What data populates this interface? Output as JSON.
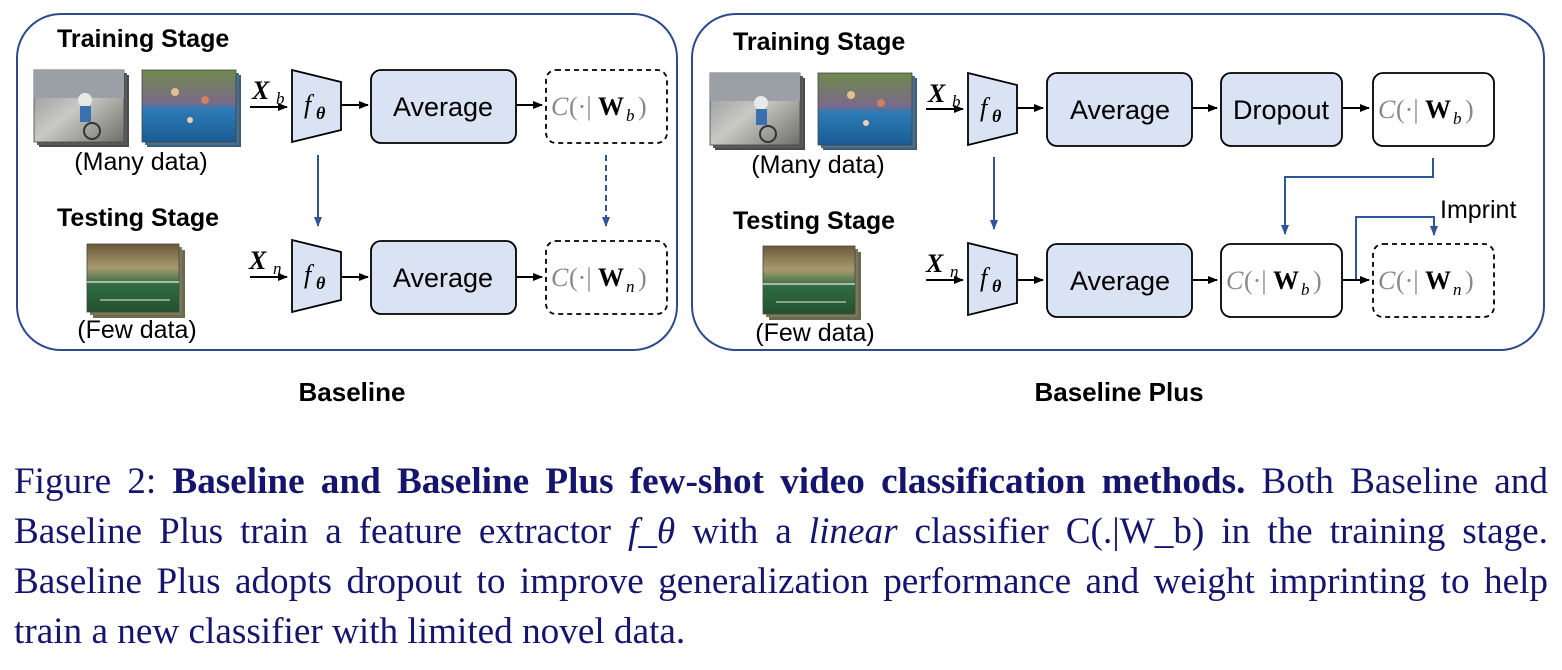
{
  "left_panel": {
    "training_title": "Training Stage",
    "testing_title": "Testing Stage",
    "many_data_label": "(Many data)",
    "few_data_label": "(Few data)",
    "input_train": "X_b",
    "input_test": "X_n",
    "extractor": "f_θ",
    "average_label": "Average",
    "classifier_train": "C(·|W_b)",
    "classifier_test": "C(·|W_n)",
    "panel_label": "Baseline"
  },
  "right_panel": {
    "training_title": "Training Stage",
    "testing_title": "Testing Stage",
    "many_data_label": "(Many data)",
    "few_data_label": "(Few data)",
    "input_train": "X_b",
    "input_test": "X_n",
    "extractor": "f_θ",
    "average_label": "Average",
    "dropout_label": "Dropout",
    "classifier_train": "C(·|W_b)",
    "classifier_copy": "C(·|W_b)",
    "classifier_test": "C(·|W_n)",
    "imprint_label": "Imprint",
    "panel_label": "Baseline Plus"
  },
  "caption": {
    "prefix": "Figure 2: ",
    "bold": "Baseline and Baseline Plus few-shot video classification methods.",
    "text_1": " Both Baseline and Baseline Plus train a feature extractor ",
    "f_theta": "f_θ",
    "text_2": " with a ",
    "italic": "linear",
    "text_3": " classifier ",
    "classifier": "C(.|W_b)",
    "text_4": " in the training stage.  Baseline Plus adopts dropout to improve generalization performance and weight imprinting to help train a new classifier with limited novel data."
  },
  "colors": {
    "panel_border": "#2e4a8a",
    "box_fill": "#dae3f3",
    "flow_arrow": "#2f5597",
    "caption_text": "#15156e"
  }
}
